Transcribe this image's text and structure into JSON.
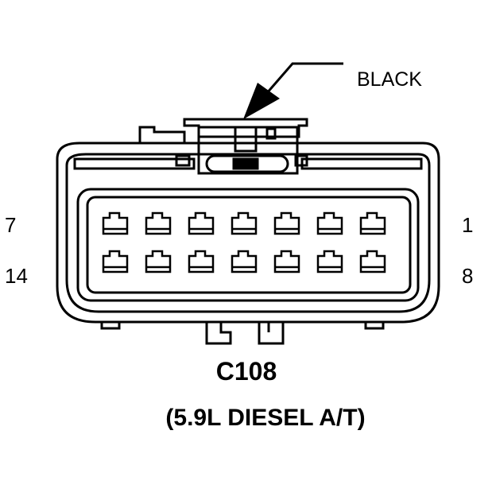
{
  "diagram": {
    "color_label": "BLACK",
    "connector_id": "C108",
    "connector_desc": "(5.9L DIESEL A/T)",
    "pin_labels": {
      "top_left": "7",
      "top_right": "1",
      "bottom_left": "14",
      "bottom_right": "8"
    },
    "pin_count": 14,
    "pins_per_row": 7
  },
  "colors": {
    "line": "#000000",
    "background": "#ffffff"
  }
}
